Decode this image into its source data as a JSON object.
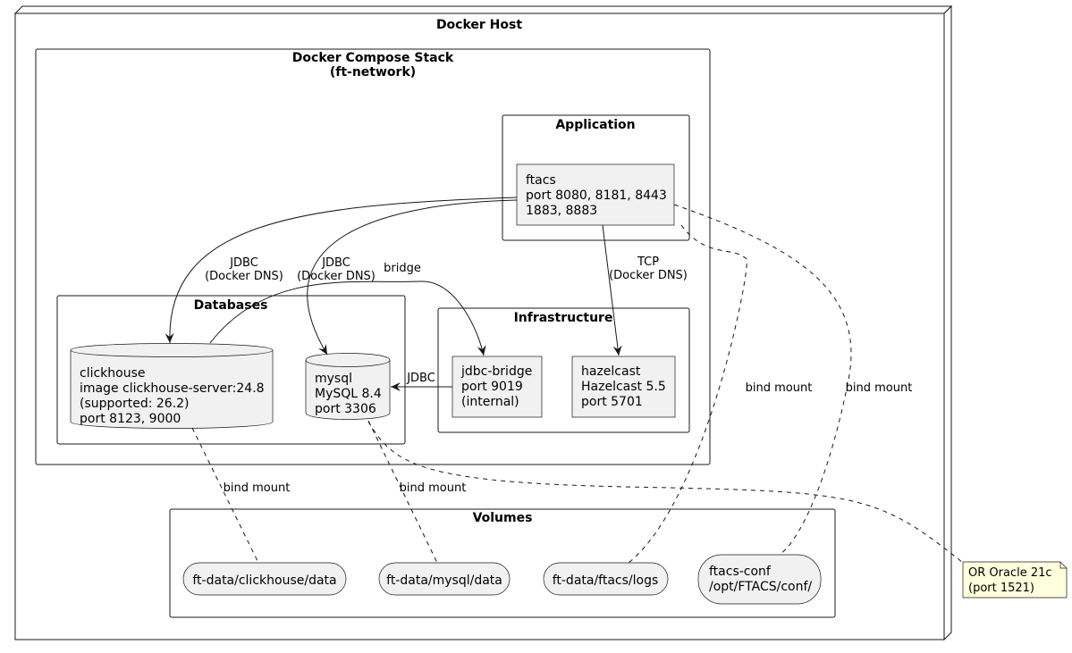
{
  "frames": {
    "docker_host": {
      "title": "Docker Host"
    },
    "compose_stack": {
      "title_lines": [
        "Docker Compose Stack",
        "(ft-network)"
      ]
    },
    "application": {
      "title": "Application"
    },
    "databases": {
      "title": "Databases"
    },
    "infrastructure": {
      "title": "Infrastructure"
    },
    "volumes": {
      "title": "Volumes"
    }
  },
  "nodes": {
    "ftacs": {
      "lines": [
        "ftacs",
        "port 8080, 8181, 8443",
        "1883, 8883"
      ]
    },
    "clickhouse": {
      "lines": [
        "clickhouse",
        "image clickhouse-server:24.8",
        "(supported: 26.2)",
        "port 8123, 9000"
      ]
    },
    "mysql": {
      "lines": [
        "mysql",
        "MySQL 8.4",
        "port 3306"
      ]
    },
    "jdbc_bridge": {
      "lines": [
        "jdbc-bridge",
        "port 9019",
        "(internal)"
      ]
    },
    "hazelcast": {
      "lines": [
        "hazelcast",
        "Hazelcast 5.5",
        "port 5701"
      ]
    },
    "vol_clickhouse": {
      "lines": [
        "ft-data/clickhouse/data"
      ]
    },
    "vol_mysql": {
      "lines": [
        "ft-data/mysql/data"
      ]
    },
    "vol_logs": {
      "lines": [
        "ft-data/ftacs/logs"
      ]
    },
    "vol_conf": {
      "lines": [
        "ftacs-conf",
        "/opt/FTACS/conf/"
      ]
    }
  },
  "edges": {
    "ftacs_clickhouse": {
      "lines": [
        "JDBC",
        "(Docker DNS)"
      ]
    },
    "ftacs_mysql": {
      "lines": [
        "JDBC",
        "(Docker DNS)"
      ]
    },
    "clickhouse_bridge": {
      "lines": [
        "bridge"
      ]
    },
    "ftacs_hazelcast": {
      "lines": [
        "TCP",
        "(Docker DNS)"
      ]
    },
    "bridge_mysql": {
      "lines": [
        "JDBC"
      ]
    },
    "logs_mount": {
      "lines": [
        "bind mount"
      ]
    },
    "conf_mount": {
      "lines": [
        "bind mount"
      ]
    },
    "clickhouse_mount": {
      "lines": [
        "bind mount"
      ]
    },
    "mysql_mount": {
      "lines": [
        "bind mount"
      ]
    }
  },
  "note": {
    "lines": [
      "OR Oracle 21c",
      "(port 1521)"
    ]
  },
  "colors": {
    "node_fill": "#F1F1F1",
    "note_fill": "#FEFFDD",
    "stroke": "#181818"
  }
}
